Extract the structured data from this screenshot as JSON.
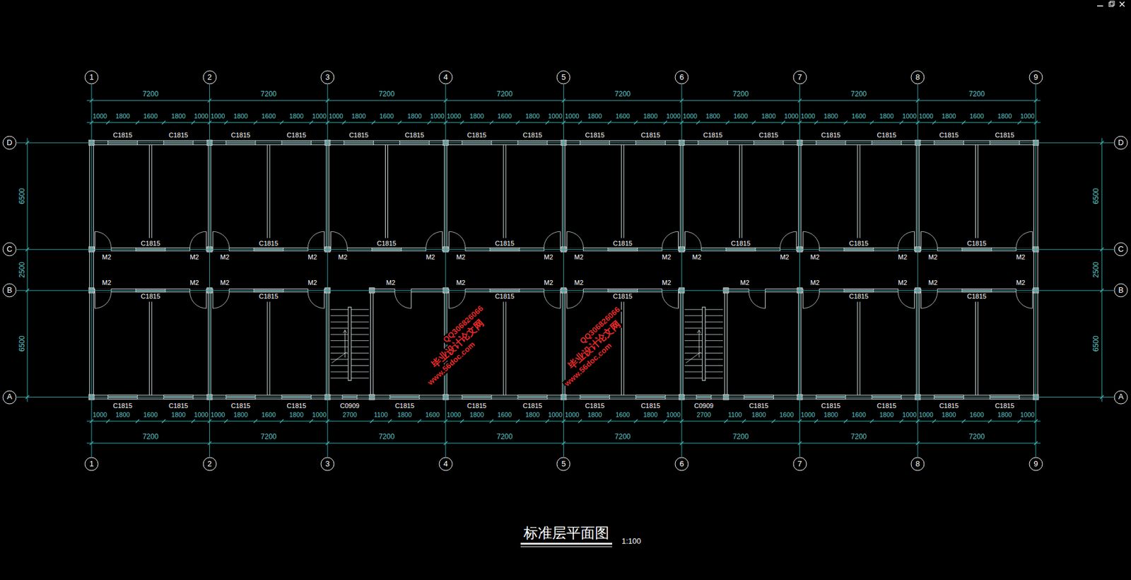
{
  "diagram": {
    "title": "标准层平面图",
    "nodes": [
      {
        "text": [
          "1"
        ]
      },
      {
        "text": [
          "2"
        ]
      },
      {
        "text": [
          "3"
        ]
      },
      {
        "text": [
          "4"
        ]
      },
      {
        "text": [
          "5"
        ]
      },
      {
        "text": [
          "6"
        ]
      },
      {
        "text": [
          "7"
        ]
      },
      {
        "text": [
          "8"
        ]
      },
      {
        "text": [
          "9"
        ]
      },
      {
        "text": [
          "D"
        ]
      },
      {
        "text": [
          "D"
        ]
      },
      {
        "text": [
          "C"
        ]
      },
      {
        "text": [
          "C"
        ]
      },
      {
        "text": [
          "B"
        ]
      },
      {
        "text": [
          "B"
        ]
      },
      {
        "text": [
          "A"
        ]
      },
      {
        "text": [
          "A"
        ]
      },
      {
        "text": [
          "1"
        ]
      },
      {
        "text": [
          "2"
        ]
      },
      {
        "text": [
          "3"
        ]
      },
      {
        "text": [
          "4"
        ]
      },
      {
        "text": [
          "5"
        ]
      },
      {
        "text": [
          "6"
        ]
      },
      {
        "text": [
          "7"
        ]
      },
      {
        "text": [
          "8"
        ]
      },
      {
        "text": [
          "9"
        ]
      }
    ],
    "edges": [
      {
        "from": 0,
        "to": 17,
        "arrow": "none"
      },
      {
        "from": 1,
        "to": 18,
        "arrow": "none"
      },
      {
        "from": 2,
        "to": 19,
        "arrow": "none"
      },
      {
        "from": 3,
        "to": 20,
        "arrow": "none"
      },
      {
        "from": 4,
        "to": 21,
        "arrow": "none"
      },
      {
        "from": 5,
        "to": 22,
        "arrow": "none"
      },
      {
        "from": 6,
        "to": 23,
        "arrow": "none"
      },
      {
        "from": 7,
        "to": 24,
        "arrow": "none"
      },
      {
        "from": 8,
        "to": 25,
        "arrow": "none"
      },
      {
        "from": 9,
        "to": 10,
        "arrow": "none"
      },
      {
        "from": 11,
        "to": 12,
        "arrow": "none"
      },
      {
        "from": 13,
        "to": 14,
        "arrow": "none"
      },
      {
        "from": 15,
        "to": 16,
        "arrow": "none"
      }
    ],
    "labels": [
      "7200",
      "7200",
      "7200",
      "7200",
      "7200",
      "7200",
      "7200",
      "7200",
      "1000",
      "1800",
      "1600",
      "1800",
      "1000",
      "1000",
      "1800",
      "1600",
      "1800",
      "1000",
      "1000",
      "1800",
      "1600",
      "1800",
      "1000",
      "1000",
      "1800",
      "1600",
      "1800",
      "1000",
      "1000",
      "1800",
      "1600",
      "1800",
      "1000",
      "1000",
      "1800",
      "1600",
      "1800",
      "1000",
      "1000",
      "1800",
      "1600",
      "1800",
      "1000",
      "1000",
      "1800",
      "1600",
      "1800",
      "1000",
      "C1815",
      "C1815",
      "C1815",
      "C1815",
      "C1815",
      "C1815",
      "C1815",
      "C1815",
      "C1815",
      "C1815",
      "C1815",
      "C1815",
      "C1815",
      "C1815",
      "C1815",
      "C1815",
      "M2",
      "C1815",
      "M2",
      "M2",
      "C1815",
      "M2",
      "M2",
      "C1815",
      "M2",
      "M2",
      "C1815",
      "M2",
      "M2",
      "C1815",
      "M2",
      "M2",
      "C1815",
      "M2",
      "M2",
      "C1815",
      "M2",
      "M2",
      "C1815",
      "M2",
      "M2",
      "C1815",
      "M2",
      "M2",
      "C1815",
      "M2",
      "M2",
      "M2",
      "C1815",
      "M2",
      "M2",
      "C1815",
      "M2",
      "M2",
      "M2",
      "C1815",
      "M2",
      "M2",
      "C1815",
      "M2",
      "6500",
      "2500",
      "6500",
      "6500",
      "2500",
      "6500",
      "C1815",
      "C1815",
      "C1815",
      "C1815",
      "C0909",
      "C1815",
      "C1815",
      "C1815",
      "C1815",
      "C1815",
      "C0909",
      "C1815",
      "C1815",
      "C1815",
      "C1815",
      "C1815",
      "1000",
      "1800",
      "1600",
      "1800",
      "1000",
      "1000",
      "1800",
      "1600",
      "1800",
      "1000",
      "2700",
      "1100",
      "1800",
      "1600",
      "1000",
      "1800",
      "1600",
      "1800",
      "1000",
      "1000",
      "1800",
      "1600",
      "1800",
      "1000",
      "2700",
      "1100",
      "1800",
      "1600",
      "1000",
      "1800",
      "1600",
      "1800",
      "1000",
      "1000",
      "1800",
      "1600",
      "1800",
      "1000",
      "7200",
      "7200",
      "7200",
      "7200",
      "7200",
      "7200",
      "7200",
      "7200",
      "毕业设计论文网",
      "QQ306826066",
      "www.56doc.com",
      "毕业设计论文网",
      "QQ306826066",
      "www.56doc.com",
      "1:100"
    ]
  }
}
